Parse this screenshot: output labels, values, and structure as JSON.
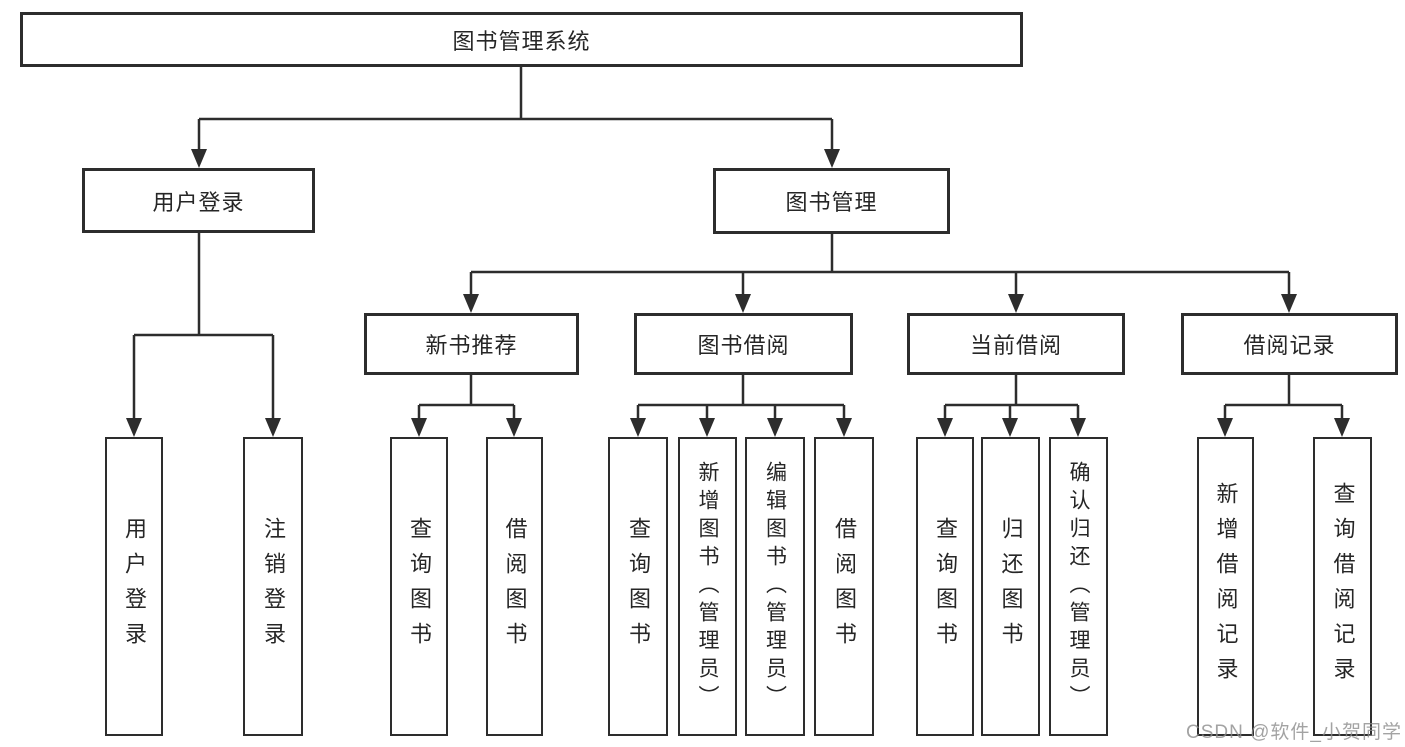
{
  "tree": {
    "label": "图书管理系统",
    "children": [
      {
        "label": "用户登录",
        "children": [
          {
            "label": "用户登录"
          },
          {
            "label": "注销登录"
          }
        ]
      },
      {
        "label": "图书管理",
        "children": [
          {
            "label": "新书推荐",
            "children": [
              {
                "label": "查询图书"
              },
              {
                "label": "借阅图书"
              }
            ]
          },
          {
            "label": "图书借阅",
            "children": [
              {
                "label": "查询图书"
              },
              {
                "label": "新增图书（管理员）"
              },
              {
                "label": "编辑图书（管理员）"
              },
              {
                "label": "借阅图书"
              }
            ]
          },
          {
            "label": "当前借阅",
            "children": [
              {
                "label": "查询图书"
              },
              {
                "label": "归还图书"
              },
              {
                "label": "确认归还（管理员）"
              }
            ]
          },
          {
            "label": "借阅记录",
            "children": [
              {
                "label": "新增借阅记录"
              },
              {
                "label": "查询借阅记录"
              }
            ]
          }
        ]
      }
    ]
  },
  "watermark": {
    "text": "CSDN @软件_小贺同学"
  },
  "colors": {
    "line": "#2d2d2d",
    "text": "#262626",
    "background": "#ffffff",
    "watermark": "#8c8c8c"
  }
}
